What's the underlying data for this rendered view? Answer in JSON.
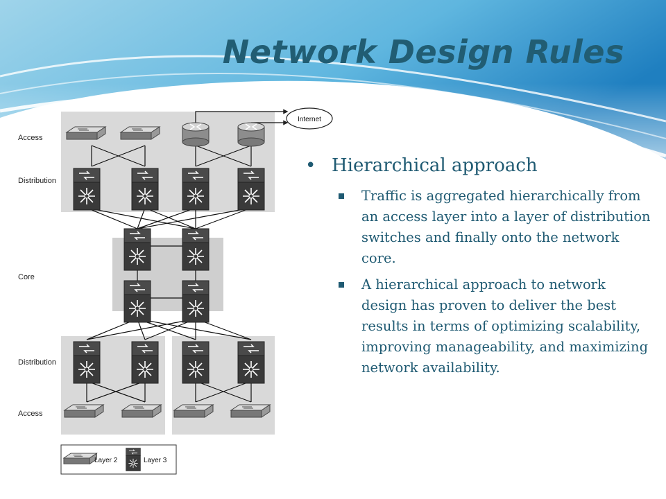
{
  "slide": {
    "title": "Network Design Rules",
    "bullet_main": "Hierarchical approach",
    "sub_bullets": [
      "Traffic is aggregated hierarchically from an access layer into a layer of distribution switches and finally onto the network core.",
      "A hierarchical approach to network design has proven to deliver the best results in terms of optimizing scalability, improving manageability, and maximizing network availability."
    ]
  },
  "diagram": {
    "layer_labels": {
      "access_top": "Access",
      "distribution_top": "Distribution",
      "core": "Core",
      "distribution_bottom": "Distribution",
      "access_bottom": "Access"
    },
    "internet_label": "Internet",
    "legend": {
      "layer2": "Layer 2",
      "layer3": "Layer 3"
    }
  },
  "colors": {
    "title": "#215d73",
    "body_text": "#1f5a72",
    "header_wave": "#2a8fc8",
    "panel_gray": "#d9d9d9",
    "core_panel": "#cfcfcf",
    "device_dark": "#3a3a3a"
  }
}
